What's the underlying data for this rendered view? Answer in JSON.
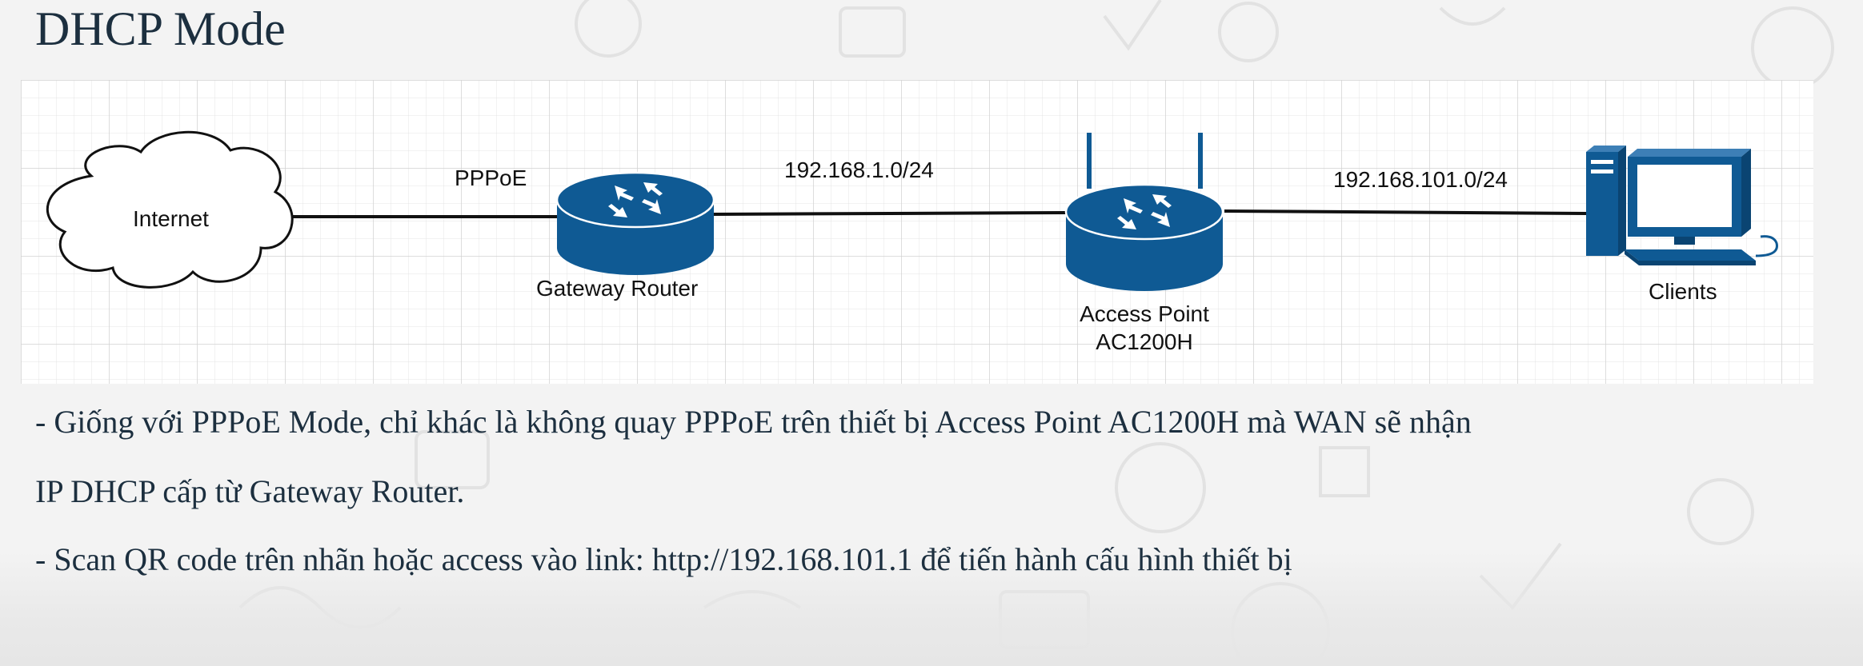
{
  "title": "DHCP Mode",
  "diagram": {
    "cloud_label": "Internet",
    "link1_label": "PPPoE",
    "gateway_label": "Gateway Router",
    "link2_label": "192.168.1.0/24",
    "ap_label_line1": "Access Point",
    "ap_label_line2": "AC1200H",
    "link3_label": "192.168.101.0/24",
    "clients_label": "Clients",
    "icon_color": "#0f5a94",
    "grid_color": "#dcdcdc"
  },
  "description": {
    "line1": "- Giống với PPPoE Mode, chỉ khác là không quay PPPoE trên thiết bị Access Point AC1200H mà WAN sẽ nhận",
    "line1_cont": "IP DHCP cấp từ Gateway Router.",
    "line2": "- Scan QR code trên nhãn hoặc access vào link: http://192.168.101.1 để tiến hành cấu hình thiết bị"
  }
}
